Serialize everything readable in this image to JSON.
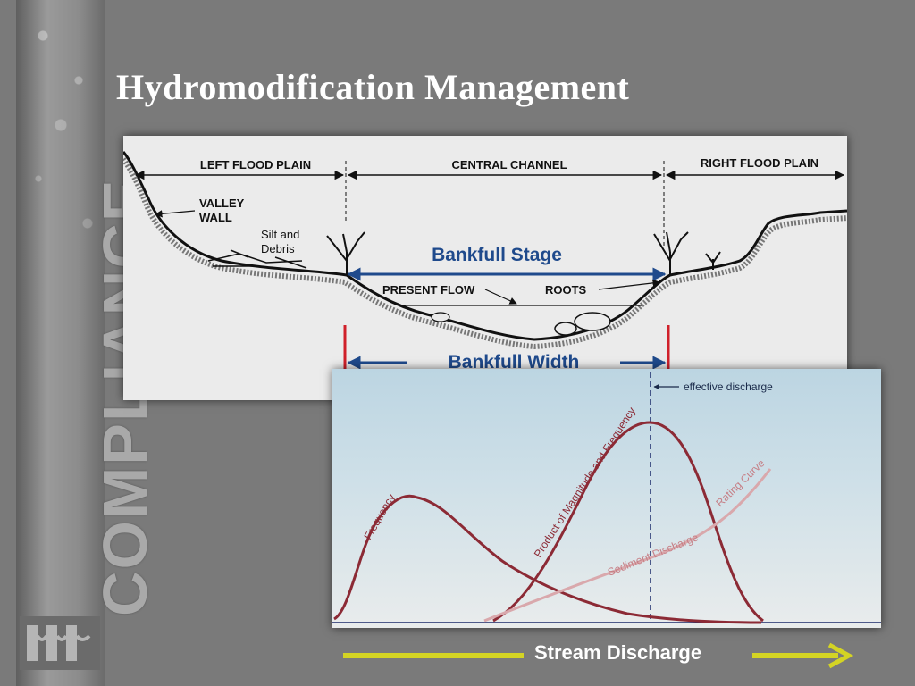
{
  "slide": {
    "title": "Hydromodification Management",
    "side_word": "COMPLIANCE",
    "side_logo_icon": "company-logo-icon"
  },
  "channel_diagram": {
    "left_flood_plain": "LEFT FLOOD PLAIN",
    "central_channel": "CENTRAL CHANNEL",
    "right_flood_plain": "RIGHT FLOOD PLAIN",
    "valley_wall_line1": "VALLEY",
    "valley_wall_line2": "WALL",
    "silt_line1": "Silt and",
    "silt_line2": "Debris",
    "bankfull_stage": "Bankfull Stage",
    "present_flow": "PRESENT FLOW",
    "roots": "ROOTS",
    "bankfull_width": "Bankfull Width",
    "accent_blue": "#1f4a8c",
    "marker_red": "#d0202a"
  },
  "discharge_chart": {
    "effective_discharge": "effective discharge",
    "frequency": "Frequency",
    "product": "Product of Magnitude and Frequency",
    "rating_curve": "Rating Curve",
    "sediment_discharge": "Sediment Discharge",
    "curve_color": "#8c2a35",
    "rating_color": "#d9a8ac"
  },
  "footer": {
    "axis_label": "Stream Discharge",
    "arrow_color": "#d4d424"
  }
}
